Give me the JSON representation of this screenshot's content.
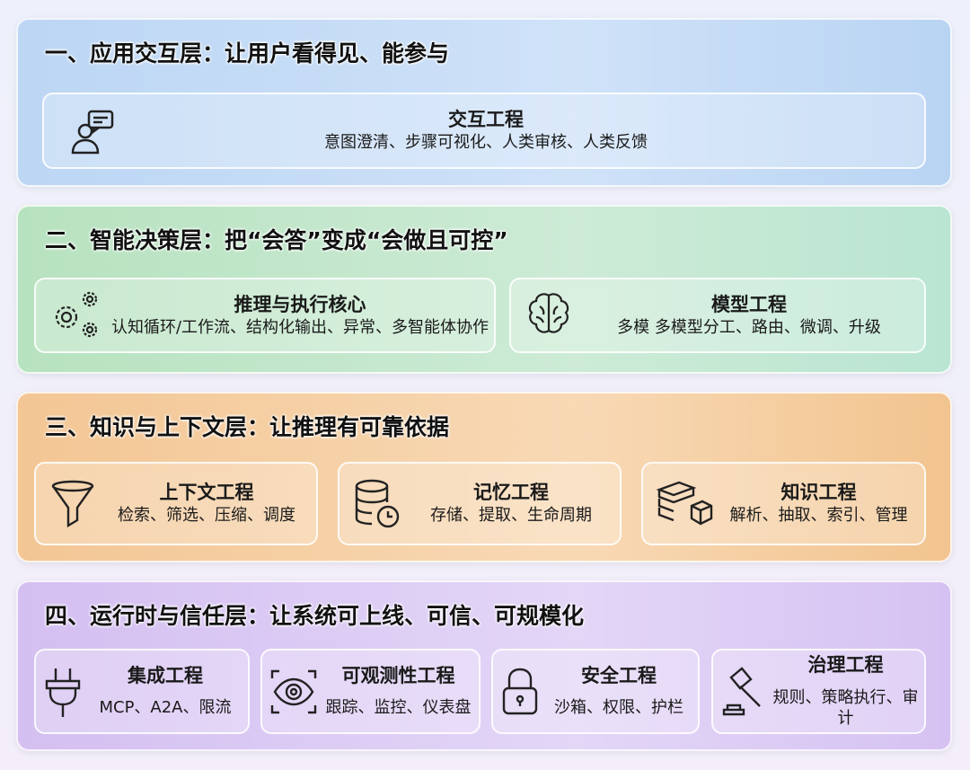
{
  "layers": [
    {
      "title": "一、应用交互层：让用户看得见、能参与",
      "color": "#bcd6f4",
      "cards": [
        {
          "icon": "user-chat-icon",
          "title": "交互工程",
          "subtitle": "意图澄清、步骤可视化、人类审核、人类反馈"
        }
      ]
    },
    {
      "title": "二、智能决策层：把“会答”变成“会做且可控”",
      "color": "#b7e2bf",
      "cards": [
        {
          "icon": "gears-icon",
          "title": "推理与执行核心",
          "subtitle": "认知循环/工作流、结构化输出、异常、多智能体协作"
        },
        {
          "icon": "brain-icon",
          "title": "模型工程",
          "subtitle": "多模 多模型分工、路由、微调、升级"
        }
      ]
    },
    {
      "title": "三、知识与上下文层：让推理有可靠依据",
      "color": "#f3c694",
      "cards": [
        {
          "icon": "funnel-icon",
          "title": "上下文工程",
          "subtitle": "检索、筛选、压缩、调度"
        },
        {
          "icon": "database-clock-icon",
          "title": "记忆工程",
          "subtitle": "存储、提取、生命周期"
        },
        {
          "icon": "books-icon",
          "title": "知识工程",
          "subtitle": "解析、抽取、索引、管理"
        }
      ]
    },
    {
      "title": "四、运行时与信任层：让系统可上线、可信、可规模化",
      "color": "#d4bff1",
      "cards": [
        {
          "icon": "plug-icon",
          "title": "集成工程",
          "subtitle": "MCP、A2A、限流"
        },
        {
          "icon": "eye-scan-icon",
          "title": "可观测性工程",
          "subtitle": "跟踪、监控、仪表盘"
        },
        {
          "icon": "lock-icon",
          "title": "安全工程",
          "subtitle": "沙箱、权限、护栏"
        },
        {
          "icon": "gavel-icon",
          "title": "治理工程",
          "subtitle": "规则、策略执行、审计"
        }
      ]
    }
  ]
}
